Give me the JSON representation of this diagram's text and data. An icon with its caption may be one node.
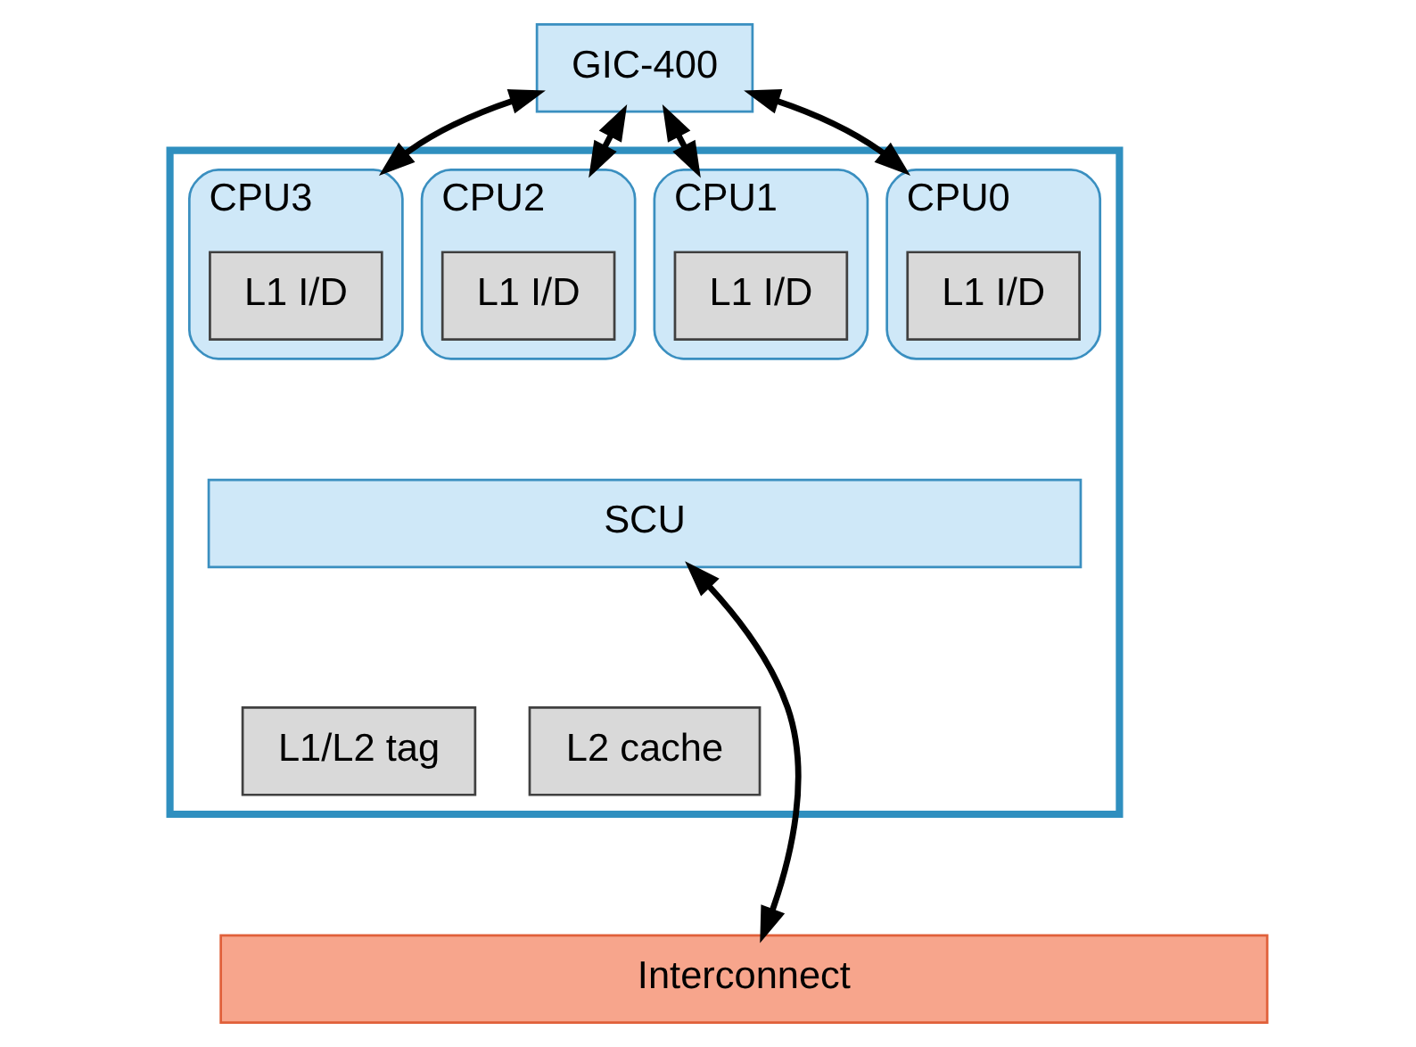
{
  "diagram": {
    "nodes": [
      {
        "text": [
          "GIC-400"
        ]
      },
      {
        "text": [],
        "shape": "box"
      },
      {
        "text": [
          "CPU0"
        ],
        "in": 1
      },
      {
        "text": [
          "L1 I/D"
        ],
        "in": 2
      },
      {
        "text": [
          "CPU1"
        ],
        "in": 1
      },
      {
        "text": [
          "L1 I/D"
        ],
        "in": 4
      },
      {
        "text": [
          "CPU2"
        ],
        "in": 1
      },
      {
        "text": [
          "L1 I/D"
        ],
        "in": 6
      },
      {
        "text": [
          "CPU3"
        ],
        "in": 1
      },
      {
        "text": [
          "L1 I/D"
        ],
        "in": 8
      },
      {
        "text": [
          "SCU"
        ],
        "in": 1
      },
      {
        "text": [
          "L1/L2 tag"
        ],
        "in": 1
      },
      {
        "text": [
          "L2 cache"
        ],
        "in": 1
      },
      {
        "text": [
          "Interconnect"
        ]
      }
    ],
    "edges": [
      {
        "from": 0,
        "to": 2,
        "arrow": "both"
      },
      {
        "from": 0,
        "to": 4,
        "arrow": "both"
      },
      {
        "from": 0,
        "to": 6,
        "arrow": "both"
      },
      {
        "from": 0,
        "to": 8,
        "arrow": "both"
      },
      {
        "from": 10,
        "to": 13,
        "arrow": "both"
      }
    ]
  }
}
